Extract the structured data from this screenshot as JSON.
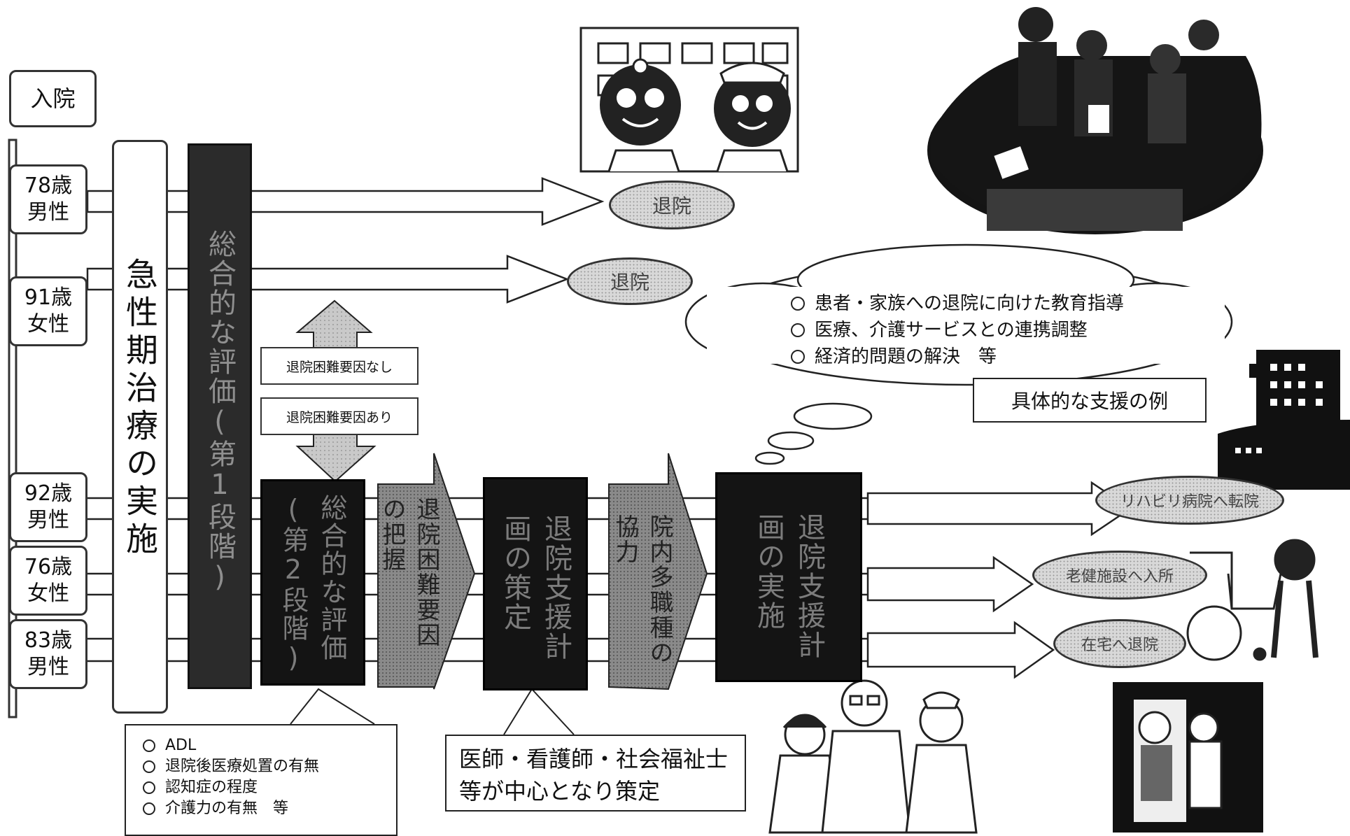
{
  "admission": "入院",
  "patients": [
    {
      "line1": "78歳",
      "line2": "男性"
    },
    {
      "line1": "91歳",
      "line2": "女性"
    },
    {
      "line1": "92歳",
      "line2": "男性"
    },
    {
      "line1": "76歳",
      "line2": "女性"
    },
    {
      "line1": "83歳",
      "line2": "男性"
    }
  ],
  "acute_treatment": "急性期治療の実施",
  "eval_stage1": "総合的な評価(第1段階)",
  "factor_none": "退院困難要因なし",
  "factor_present": "退院困難要因あり",
  "eval_stage2": "総合的な評価(第2段階)",
  "grasp_factors": "退院困難要因の把握",
  "support_plan": "退院支援計画の策定",
  "cooperation": "院内多職種の協力",
  "plan_execution": "退院支援計画の実施",
  "outcomes": {
    "discharge_1": "退院",
    "discharge_2": "退院",
    "rehab": "リハビリ病院へ転院",
    "roken": "老健施設へ入所",
    "home": "在宅へ退院"
  },
  "support_examples": [
    "患者・家族への退院に向けた教育指導",
    "医療、介護サービスとの連携調整",
    "経済的問題の解決　等"
  ],
  "support_examples_label": "具体的な支援の例",
  "stage2_items": [
    "ADL",
    "退院後医療処置の有無",
    "認知症の程度",
    "介護力の有無　等"
  ],
  "planners_line1": "医師・看護師・社会福祉士",
  "planners_line2": "等が中心となり策定",
  "colors": {
    "dark_bar": "#2b2b2b",
    "black_bar": "#141414",
    "gray_bar": "#7a7a7a",
    "ellipse_fill": "#cfcfcf"
  }
}
